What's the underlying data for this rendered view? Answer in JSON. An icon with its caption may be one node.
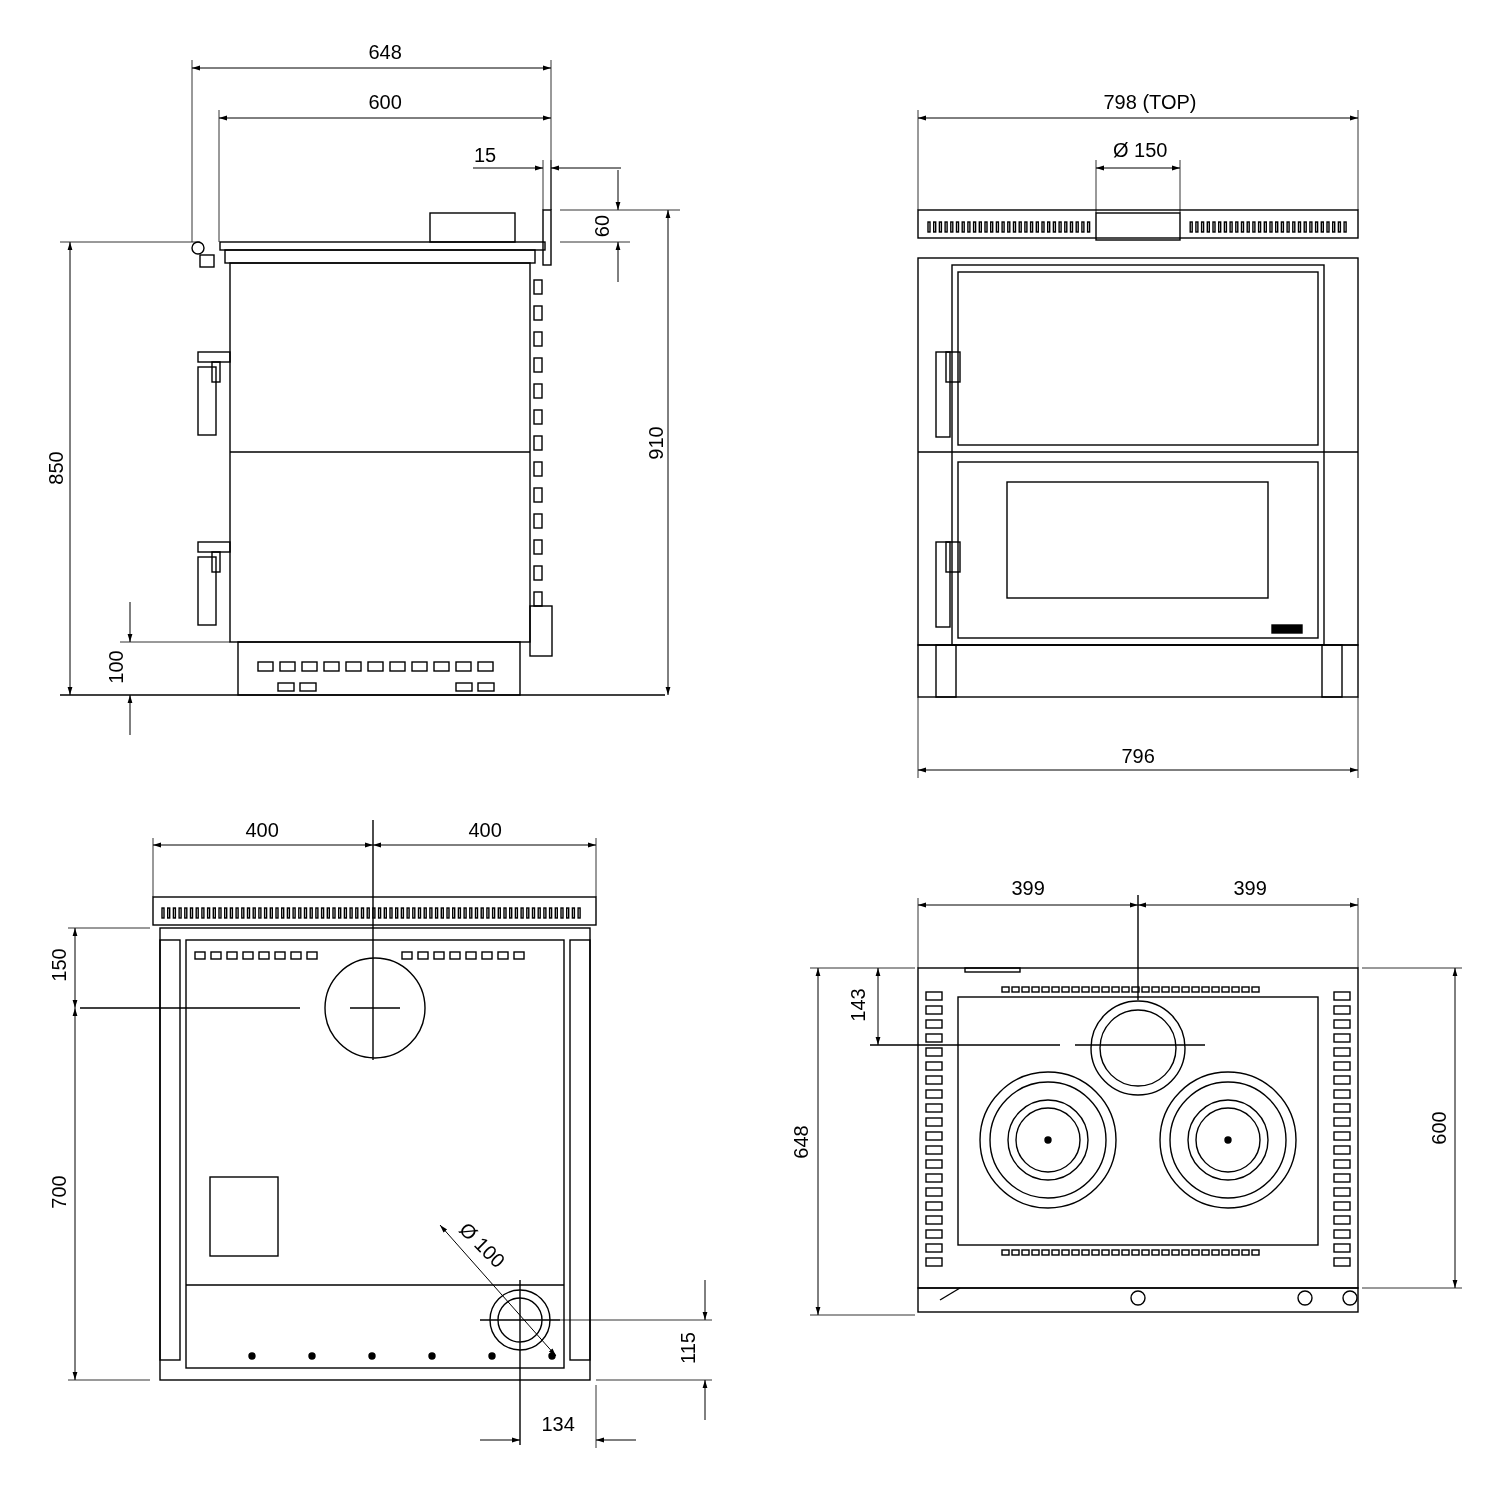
{
  "diagram": {
    "labels": [
      "648",
      "600",
      "15",
      "60",
      "850",
      "910",
      "100",
      "798 (TOP)",
      "Ø 150",
      "796",
      "400",
      "400",
      "150",
      "700",
      "Ø 100",
      "115",
      "134",
      "399",
      "399",
      "143",
      "648",
      "600"
    ]
  }
}
